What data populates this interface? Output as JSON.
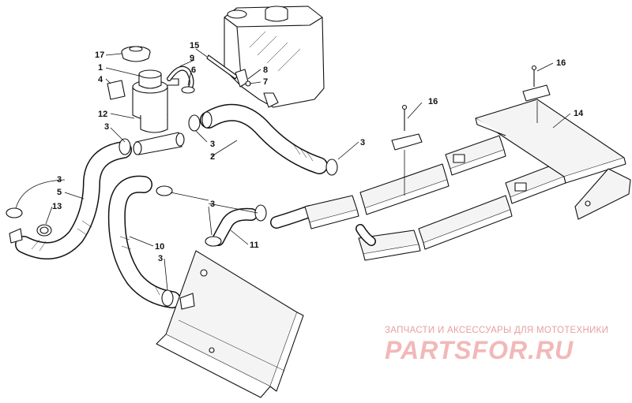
{
  "callouts": [
    {
      "id": "c17",
      "text": "17"
    },
    {
      "id": "c1",
      "text": "1"
    },
    {
      "id": "c4",
      "text": "4"
    },
    {
      "id": "c12",
      "text": "12"
    },
    {
      "id": "c15",
      "text": "15"
    },
    {
      "id": "c9",
      "text": "9"
    },
    {
      "id": "c6",
      "text": "6"
    },
    {
      "id": "c8",
      "text": "8"
    },
    {
      "id": "c7",
      "text": "7"
    },
    {
      "id": "c3a",
      "text": "3"
    },
    {
      "id": "c3b",
      "text": "3"
    },
    {
      "id": "c2",
      "text": "2"
    },
    {
      "id": "c3c",
      "text": "3"
    },
    {
      "id": "c16a",
      "text": "16"
    },
    {
      "id": "c16b",
      "text": "16"
    },
    {
      "id": "c14",
      "text": "14"
    },
    {
      "id": "c3d",
      "text": "3"
    },
    {
      "id": "c5",
      "text": "5"
    },
    {
      "id": "c13",
      "text": "13"
    },
    {
      "id": "c3e",
      "text": "3"
    },
    {
      "id": "c10",
      "text": "10"
    },
    {
      "id": "c11",
      "text": "11"
    },
    {
      "id": "c3f",
      "text": "3"
    }
  ],
  "watermark": {
    "subtitle": "ЗАПЧАСТИ И АКСЕССУАРЫ ДЛЯ МОТОТЕХНИКИ",
    "logo": "PARTSFOR.RU"
  }
}
